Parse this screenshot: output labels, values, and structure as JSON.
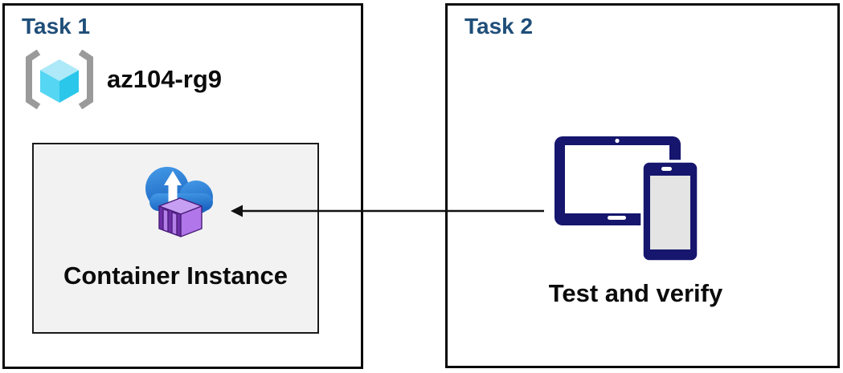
{
  "task1": {
    "title": "Task 1",
    "resource_group_name": "az104-rg9",
    "container_label": "Container Instance",
    "icons": {
      "resource_group": "azure-resource-group",
      "container_instance": "azure-container-instance"
    }
  },
  "task2": {
    "title": "Task 2",
    "device_label": "Test and verify",
    "icons": {
      "devices": "tablet-and-phone"
    }
  },
  "arrow": {
    "from": "task2-devices",
    "to": "task1-container-instance",
    "direction": "right-to-left"
  },
  "colors": {
    "title-blue": "#1F4E79",
    "text-black": "#0b0b0b",
    "box-border": "#0a0a0a",
    "inner-bg": "#F2F2F2",
    "inner-border": "#1a1a1a",
    "arrow-black": "#111111",
    "navy": "#16166E",
    "phone-screen": "#E4E4E4",
    "bracket-gray": "#9A9A9A",
    "cube-top": "#ADE9F8",
    "cube-left": "#55D6F3",
    "cube-right": "#2BC7EB",
    "cloud-top": "#459BE8",
    "cloud-bottom": "#1B66C2",
    "container-top": "#C79FF2",
    "container-left": "#6D2FA8",
    "container-right": "#B176E9",
    "container-slat": "#B47FE8",
    "container-outline": "#4A1D7A"
  }
}
